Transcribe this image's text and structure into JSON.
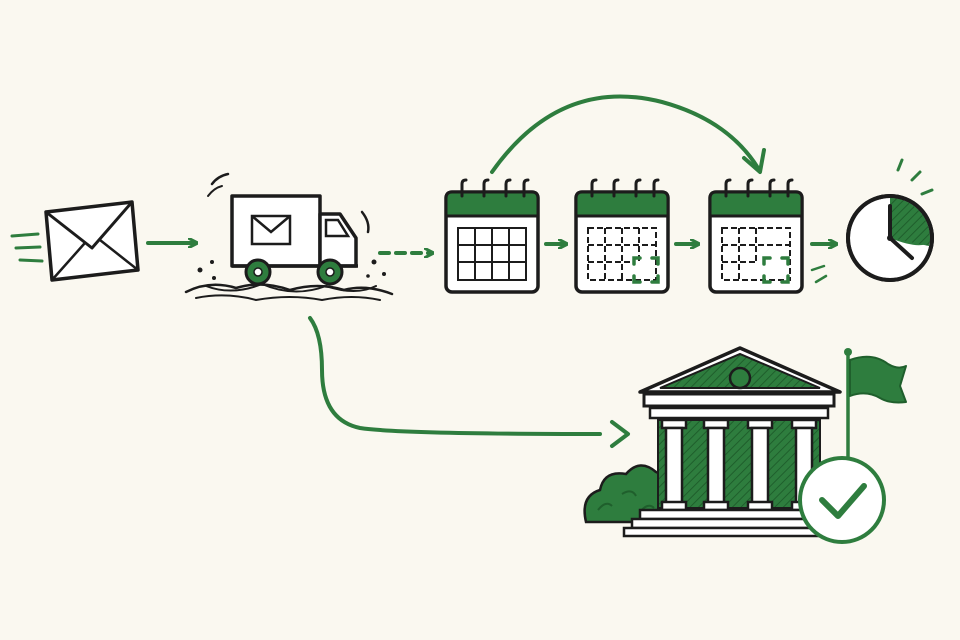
{
  "diagram": {
    "colors": {
      "background": "#faf8f0",
      "ink": "#1c1c1c",
      "accent": "#2e7d3e",
      "accent_dark": "#1f5f2c",
      "paper": "#ffffff"
    },
    "nodes": [
      {
        "id": "mail",
        "icon": "envelope-icon"
      },
      {
        "id": "truck",
        "icon": "delivery-truck-icon"
      },
      {
        "id": "calendar-1",
        "icon": "calendar-icon"
      },
      {
        "id": "calendar-2",
        "icon": "calendar-icon"
      },
      {
        "id": "calendar-3",
        "icon": "calendar-icon"
      },
      {
        "id": "clock",
        "icon": "clock-icon"
      },
      {
        "id": "courthouse",
        "icon": "courthouse-icon"
      },
      {
        "id": "flag",
        "icon": "flag-icon"
      },
      {
        "id": "approved",
        "icon": "checkmark-badge-icon"
      },
      {
        "id": "bush",
        "icon": "bush-icon"
      }
    ],
    "edges": [
      {
        "from": "mail",
        "to": "truck",
        "style": "solid"
      },
      {
        "from": "truck",
        "to": "calendar-1",
        "style": "dashed"
      },
      {
        "from": "calendar-1",
        "to": "calendar-2",
        "style": "solid"
      },
      {
        "from": "calendar-2",
        "to": "calendar-3",
        "style": "solid"
      },
      {
        "from": "calendar-3",
        "to": "clock",
        "style": "solid"
      },
      {
        "from": "calendar-1",
        "to": "calendar-3",
        "style": "curved"
      },
      {
        "from": "truck",
        "to": "courthouse",
        "style": "curved"
      }
    ]
  }
}
